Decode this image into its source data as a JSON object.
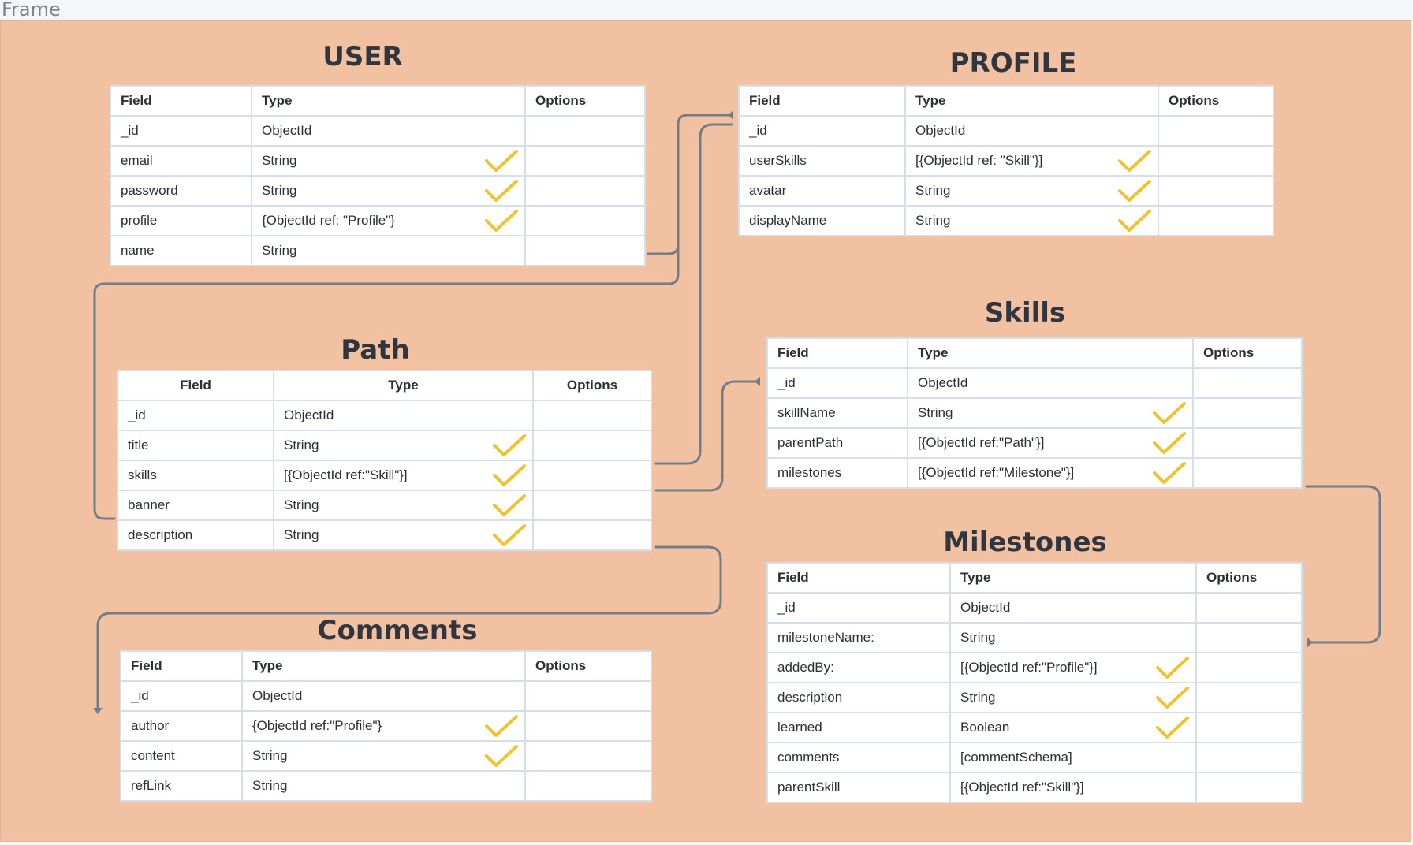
{
  "frame_label": "Frame",
  "headers": {
    "field": "Field",
    "type": "Type",
    "options": "Options"
  },
  "colors": {
    "frame_bg": "#f2c1a1",
    "check": "#f2c12e",
    "connector": "#737d88",
    "title": "#2f3640"
  },
  "entities": {
    "user": {
      "title": "USER",
      "rows": [
        {
          "field": "_id",
          "type": "ObjectId",
          "check": false
        },
        {
          "field": "email",
          "type": "String",
          "check": true
        },
        {
          "field": "password",
          "type": "String",
          "check": true
        },
        {
          "field": "profile",
          "type": "{ObjectId ref: \"Profile\"}",
          "check": true
        },
        {
          "field": "name",
          "type": "String",
          "check": false
        }
      ]
    },
    "profile": {
      "title": "PROFILE",
      "rows": [
        {
          "field": "_id",
          "type": "ObjectId",
          "check": false
        },
        {
          "field": "userSkills",
          "type": "[{ObjectId ref: \"Skill\"}]",
          "check": true
        },
        {
          "field": "avatar",
          "type": "String",
          "check": true
        },
        {
          "field": "displayName",
          "type": "String",
          "check": true
        }
      ]
    },
    "path": {
      "title": "Path",
      "rows": [
        {
          "field": "_id",
          "type": "ObjectId",
          "check": false
        },
        {
          "field": "title",
          "type": "String",
          "check": true
        },
        {
          "field": "skills",
          "type": "[{ObjectId ref:\"Skill\"}]",
          "check": true
        },
        {
          "field": "banner",
          "type": "String",
          "check": true
        },
        {
          "field": "description",
          "type": "String",
          "check": true
        }
      ]
    },
    "skills": {
      "title": "Skills",
      "rows": [
        {
          "field": "_id",
          "type": "ObjectId",
          "check": false
        },
        {
          "field": "skillName",
          "type": "String",
          "check": true
        },
        {
          "field": "parentPath",
          "type": "[{ObjectId ref:\"Path\"}]",
          "check": true
        },
        {
          "field": "milestones",
          "type": "[{ObjectId ref:\"Milestone\"}]",
          "check": true
        }
      ]
    },
    "comments": {
      "title": "Comments",
      "rows": [
        {
          "field": "_id",
          "type": "ObjectId",
          "check": false
        },
        {
          "field": "author",
          "type": "{ObjectId ref:\"Profile\"}",
          "check": true
        },
        {
          "field": "content",
          "type": "String",
          "check": true
        },
        {
          "field": "refLink",
          "type": "String",
          "check": false
        }
      ]
    },
    "milestones": {
      "title": "Milestones",
      "rows": [
        {
          "field": "_id",
          "type": "ObjectId",
          "check": false
        },
        {
          "field": "milestoneName:",
          "type": "String",
          "check": false
        },
        {
          "field": "addedBy:",
          "type": "[{ObjectId ref:\"Profile\"}]",
          "check": true
        },
        {
          "field": "description",
          "type": "String",
          "check": true
        },
        {
          "field": "learned",
          "type": "Boolean",
          "check": true
        },
        {
          "field": "comments",
          "type": "[commentSchema]",
          "check": false
        },
        {
          "field": "parentSkill",
          "type": "[{ObjectId ref:\"Skill\"}]",
          "check": false
        }
      ]
    }
  }
}
